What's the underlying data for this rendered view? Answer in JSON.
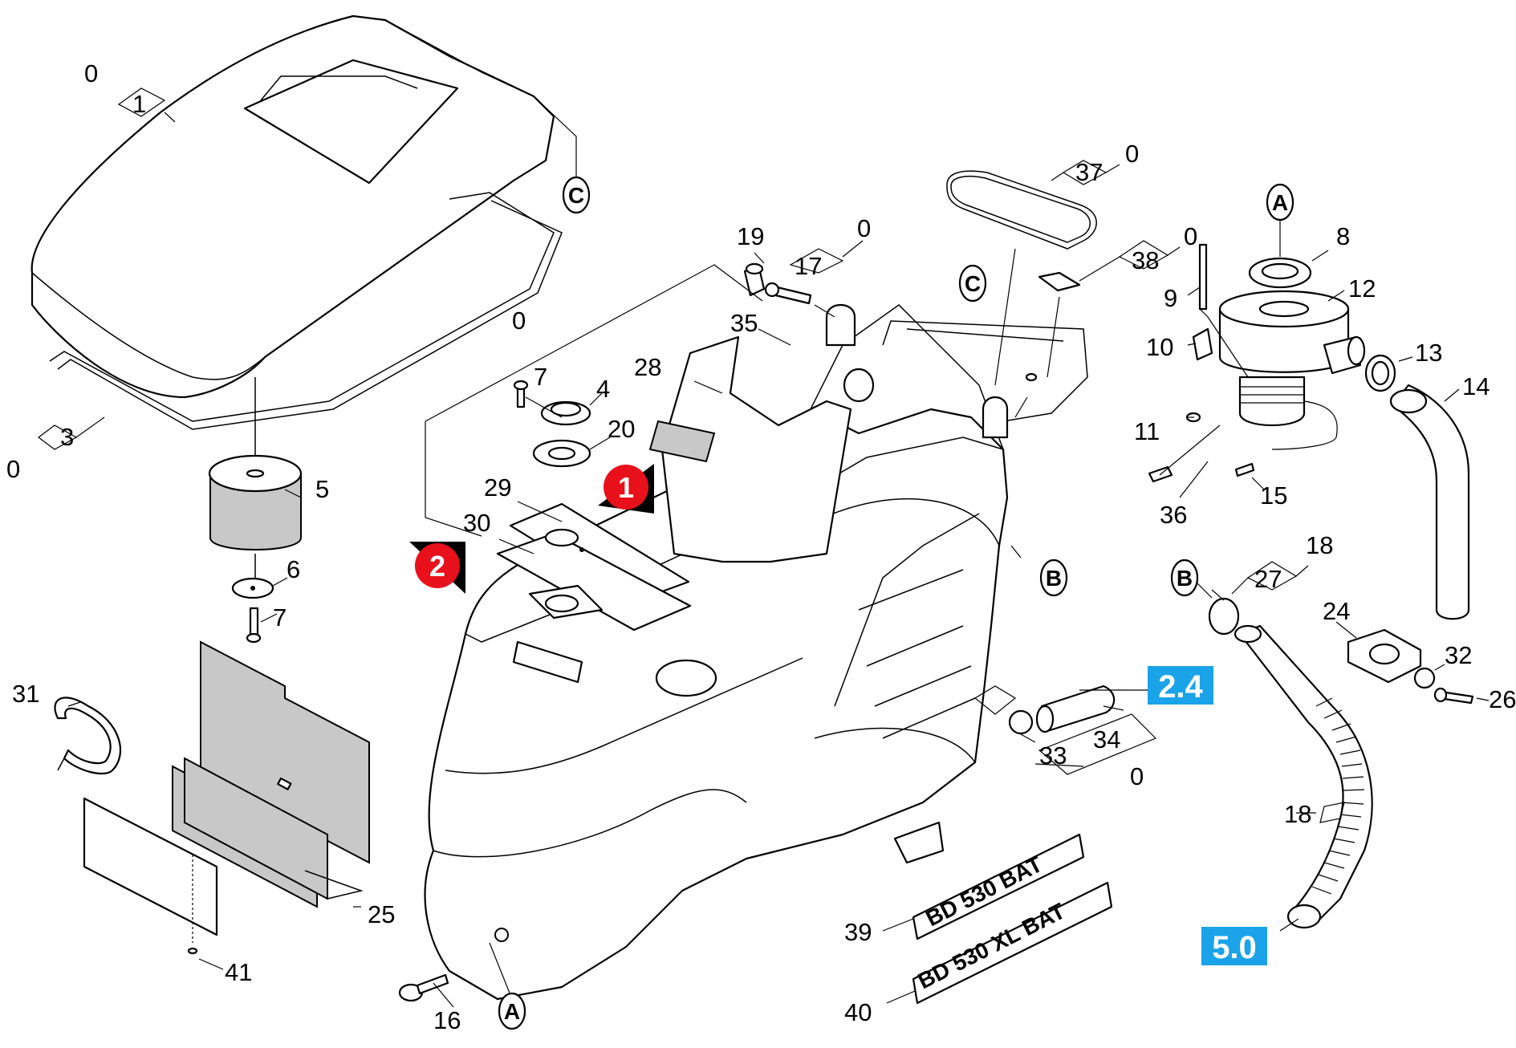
{
  "part_numbers": {
    "p0a": "0",
    "p1": "1",
    "p3": "3",
    "p0b": "0",
    "p5": "5",
    "p6": "6",
    "p7a": "7",
    "p31": "31",
    "p25": "25",
    "p41": "41",
    "p16": "16",
    "p0c": "0",
    "p7b": "7",
    "p4": "4",
    "p20": "20",
    "p29": "29",
    "p30": "30",
    "p28": "28",
    "p35": "35",
    "p19": "19",
    "p17": "17",
    "p0d": "0",
    "p37": "37",
    "p0e": "0",
    "p38": "38",
    "p0f": "0",
    "p8": "8",
    "p9": "9",
    "p12": "12",
    "p10": "10",
    "p13": "13",
    "p14": "14",
    "p11": "11",
    "p15": "15",
    "p36": "36",
    "p18a": "18",
    "p27": "27",
    "p24": "24",
    "p32": "32",
    "p26": "26",
    "p33": "33",
    "p34": "34",
    "p0g": "0",
    "p18b": "18",
    "p39": "39",
    "p40": "40"
  },
  "connectors": {
    "c1": "C",
    "c2": "C",
    "b1": "B",
    "b2": "B",
    "a1": "A",
    "a2": "A"
  },
  "references": {
    "ref1": "2.4",
    "ref2": "5.0"
  },
  "markers": {
    "m1": "1",
    "m2": "2"
  },
  "models": {
    "m39": "BD 530 BAT",
    "m40": "BD 530 XL BAT"
  },
  "colors": {
    "badge": "#1aa3e8",
    "marker": "#e8101a",
    "ink": "#000000"
  }
}
